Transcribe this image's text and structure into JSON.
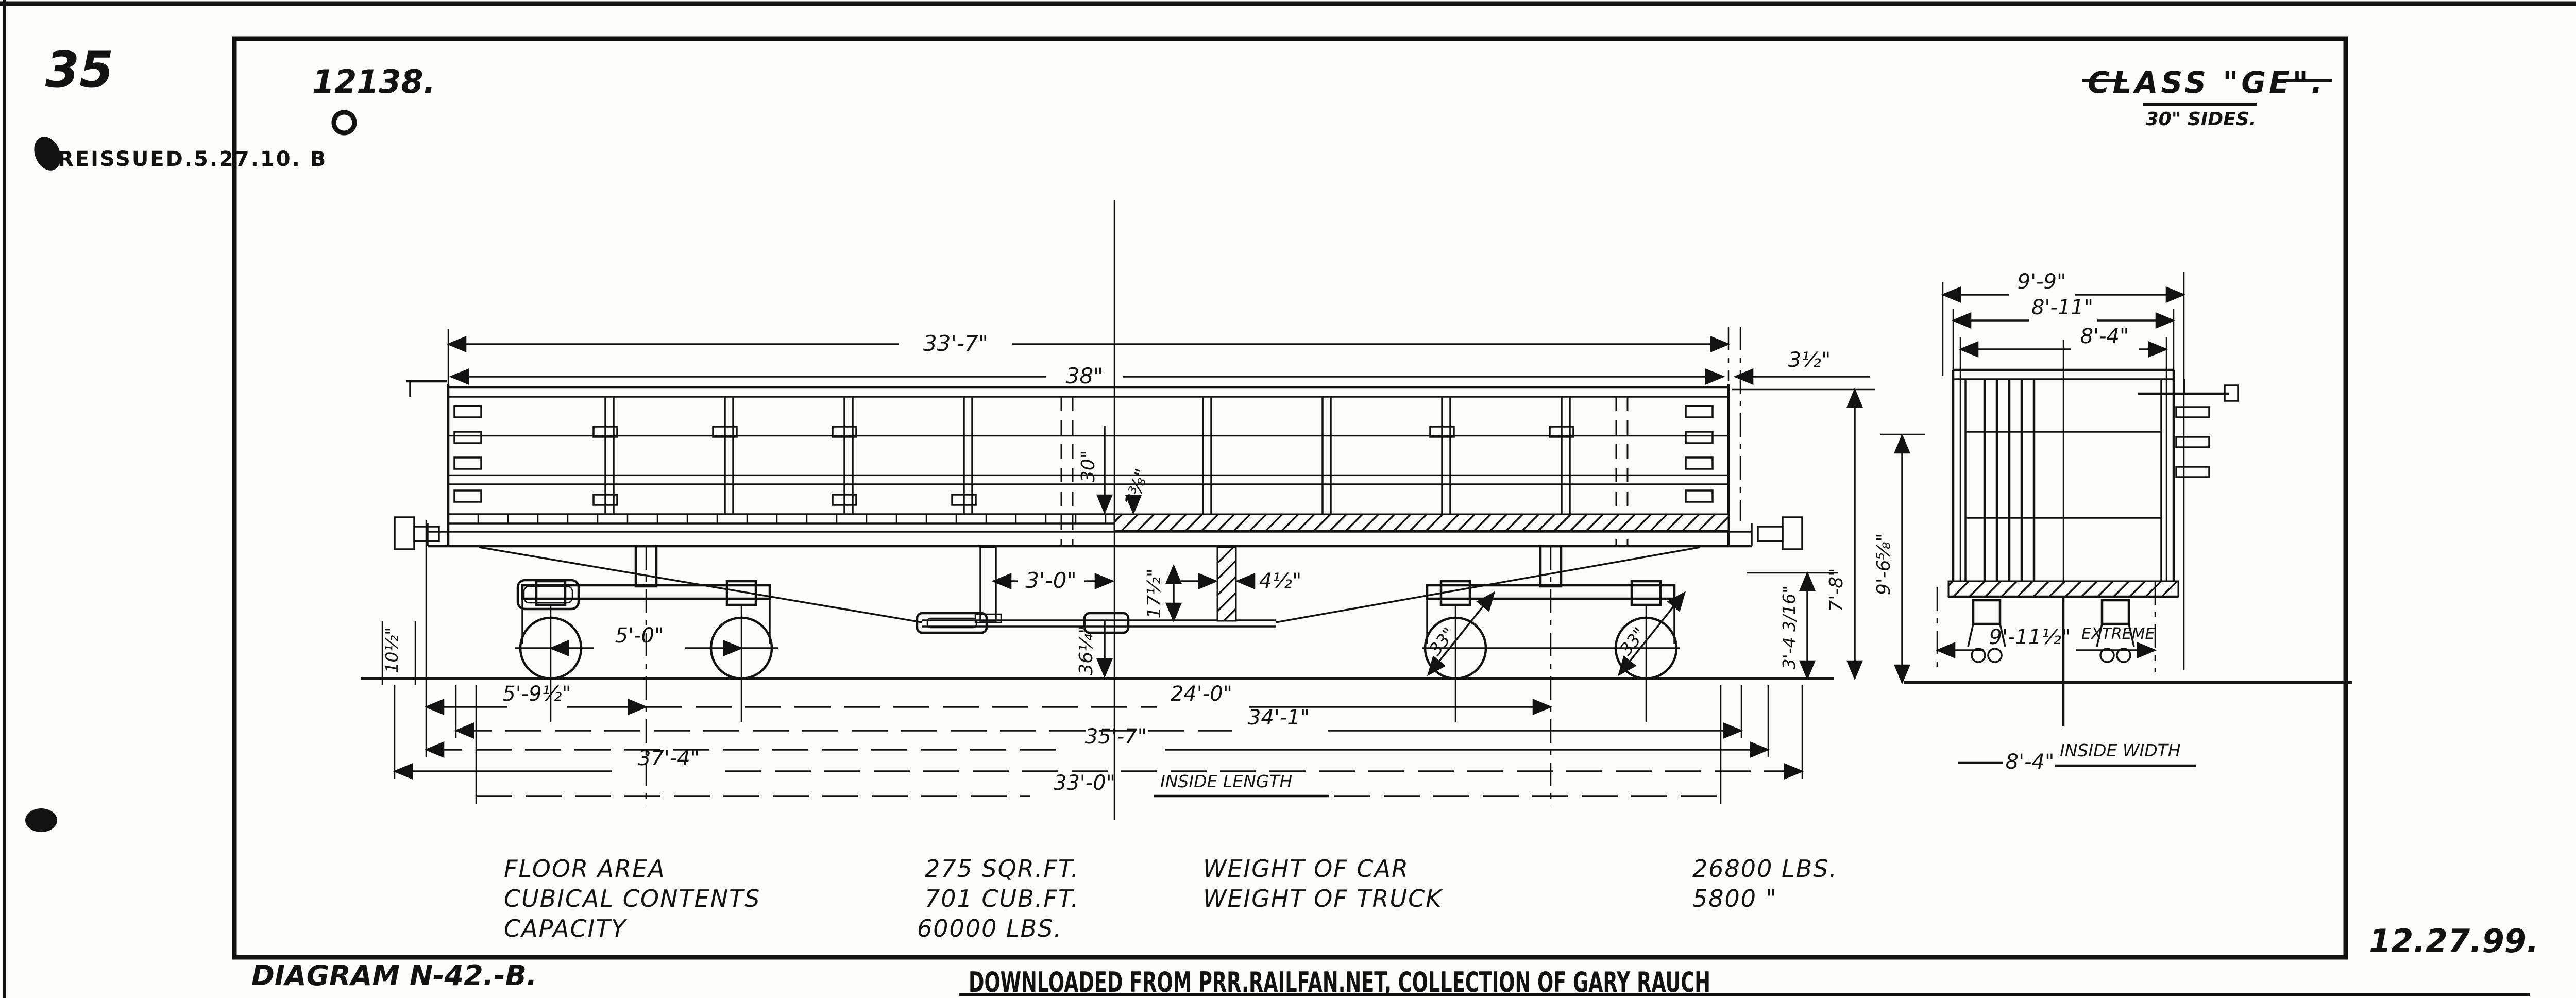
{
  "page": {
    "sheet_number": "35",
    "reissued": "REISSUED.5.27.10. B",
    "drawing_number": "12138.",
    "diagram_label": "DIAGRAM N-42.-B.",
    "footer_credit": "DOWNLOADED FROM PRR.RAILFAN.NET, COLLECTION OF GARY RAUCH",
    "date": "12.27.99.",
    "ink_color": "#121212",
    "paper_color": "#fcfcfa"
  },
  "title": {
    "class_label": "CLASS \"GE\".",
    "sides_note": "30\" SIDES."
  },
  "side_view": {
    "top_length": "33'-7\"",
    "stake_spacing": "38\"",
    "end_overhang": "3½\"",
    "side_height": "30\"",
    "floor_thickness": "2⅜\"",
    "queen_to_center": "3'-0\"",
    "truss_drop": "17½\"",
    "bolster_width": "4½\"",
    "rail_to_floor_mid": "36¼\"",
    "end_gap": "10½\"",
    "wheel_base": "5'-0\"",
    "end_to_truck": "5'-9½\"",
    "truck_centers": "24'-0\"",
    "over_end_sills": "34'-1\"",
    "over_strikers": "35'-7\"",
    "over_couplers": "37'-4\"",
    "inside_length": "33'-0\"",
    "inside_length_label": "INSIDE LENGTH",
    "rail_to_side_top": "7'-8\"",
    "rail_to_sill_side": "3'-4 3/16\"",
    "wheel_diameter": "33\""
  },
  "end_view": {
    "width_over_eaves": "9'-9\"",
    "width_over_sides": "8'-11\"",
    "top_inside_width": "8'-4\"",
    "extreme_width": "9'-11½\"",
    "extreme_label": "EXTREME",
    "inside_width": "8'-4\"",
    "inside_width_label": "INSIDE WIDTH",
    "rail_to_end_top": "9'-6⅝\""
  },
  "spec_table": {
    "rows": [
      {
        "label": "FLOOR AREA",
        "value": "275 SQR.FT."
      },
      {
        "label": "CUBICAL CONTENTS",
        "value": "701 CUB.FT."
      },
      {
        "label": "CAPACITY",
        "value": "60000 LBS."
      },
      {
        "label": "WEIGHT OF CAR",
        "value": "26800 LBS."
      },
      {
        "label": "WEIGHT OF TRUCK",
        "value": "5800  \""
      }
    ]
  }
}
